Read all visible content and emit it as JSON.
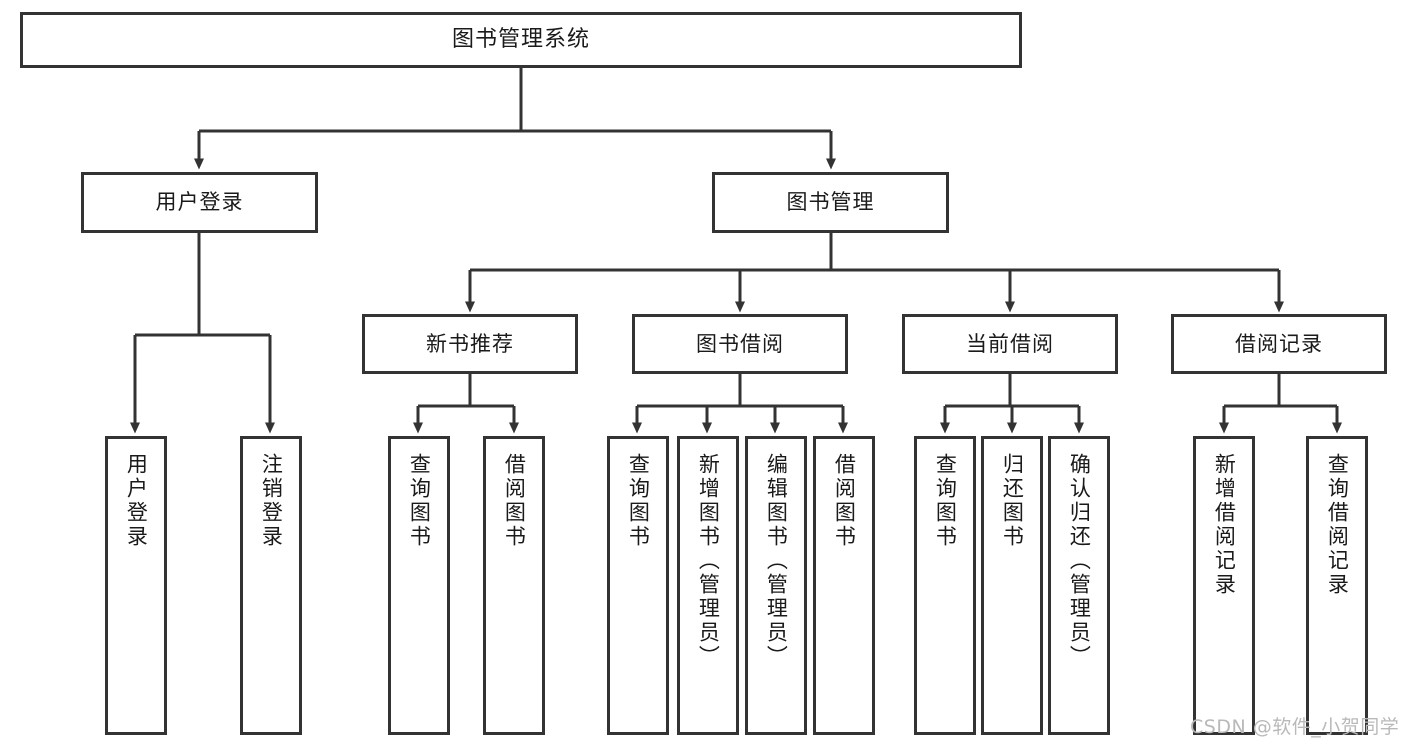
{
  "diagram": {
    "title": "图书管理系统",
    "type": "tree-hierarchy-diagram",
    "colors": {
      "box_border": "#333333",
      "box_fill": "#ffffff",
      "connector": "#333333",
      "text": "#1a1a1a",
      "watermark": "#b9b9b9",
      "background": "#ffffff"
    },
    "watermark": "CSDN @软件_小贺同学",
    "nodes": {
      "root": {
        "label": "图书管理系统"
      },
      "level1": [
        {
          "label": "用户登录"
        },
        {
          "label": "图书管理"
        }
      ],
      "level2": [
        {
          "label": "新书推荐"
        },
        {
          "label": "图书借阅"
        },
        {
          "label": "当前借阅"
        },
        {
          "label": "借阅记录"
        }
      ],
      "leaves_user_login": [
        {
          "label": "用户登录"
        },
        {
          "label": "注销登录"
        }
      ],
      "leaves_new_books": [
        {
          "label": "查询图书"
        },
        {
          "label": "借阅图书"
        }
      ],
      "leaves_book_borrow": [
        {
          "label": "查询图书"
        },
        {
          "label": "新增图书（管理员）"
        },
        {
          "label": "编辑图书（管理员）"
        },
        {
          "label": "借阅图书"
        }
      ],
      "leaves_current_borrow": [
        {
          "label": "查询图书"
        },
        {
          "label": "归还图书"
        },
        {
          "label": "确认归还（管理员）"
        }
      ],
      "leaves_borrow_records": [
        {
          "label": "新增借阅记录"
        },
        {
          "label": "查询借阅记录"
        }
      ]
    }
  }
}
